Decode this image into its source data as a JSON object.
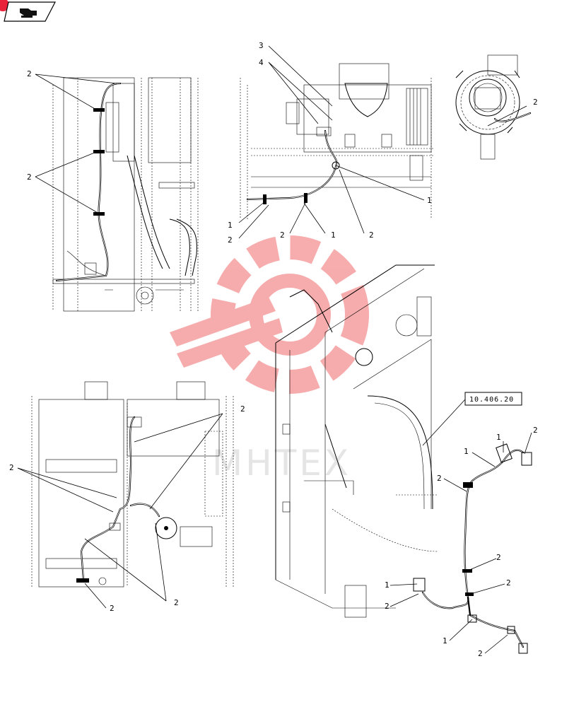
{
  "nav": {
    "back_icon": "hand-pointing-icon",
    "badge_color": "#e8233a"
  },
  "callouts": {
    "one": "1",
    "two": "2",
    "three": "3",
    "four": "4"
  },
  "reference_box": "10.406.20",
  "watermark": {
    "text": "МНТЕХ",
    "color": "#f06a6a"
  }
}
